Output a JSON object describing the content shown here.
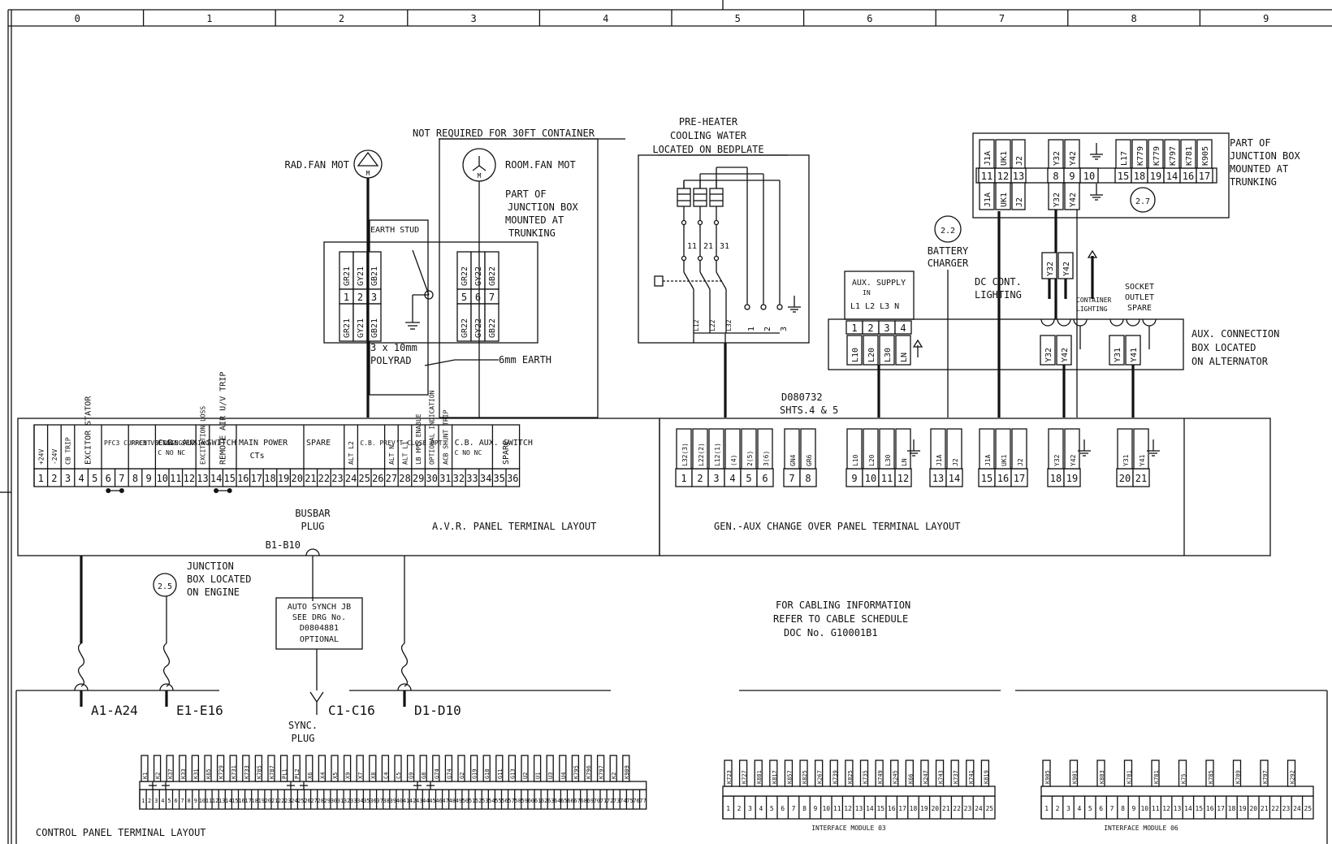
{
  "grid_zones": [
    "0",
    "1",
    "2",
    "3",
    "4",
    "5",
    "6",
    "7",
    "8",
    "9"
  ],
  "motors": {
    "rad_fan": "RAD.FAN MOT",
    "room_fan": "ROOM.FAN MOT",
    "motor_letter": "M"
  },
  "notes": {
    "not_required": "NOT REQUIRED FOR 30FT CONTAINER",
    "jb_trunking_1": [
      "PART OF",
      "JUNCTION BOX",
      "MOUNTED AT",
      "TRUNKING"
    ],
    "jb_trunking_2": [
      "PART OF",
      "JUNCTION BOX",
      "MOUNTED AT",
      "TRUNKING"
    ],
    "earth_stud": "EARTH STUD",
    "polyrad": [
      "3 x 10mm",
      "POLYRAD"
    ],
    "earth_6mm": "6mm EARTH",
    "preheater": [
      "PRE-HEATER",
      "COOLING WATER",
      "LOCATED ON BEDPLATE"
    ],
    "battery_charger": [
      "BATTERY",
      "CHARGER"
    ],
    "dc_lighting": [
      "DC CONT.",
      "LIGHTING"
    ],
    "container_lighting": [
      "CONTAINER",
      "LIGHTING"
    ],
    "socket_outlet": [
      "SOCKET",
      "OUTLET",
      "SPARE"
    ],
    "aux_supply": [
      "AUX. SUPPLY",
      "IN",
      "L1 L2 L3 N"
    ],
    "aux_box": [
      "AUX. CONNECTION",
      "BOX LOCATED",
      "ON ALTERNATOR"
    ],
    "drawing_ref": [
      "D080732",
      "SHTS.4 & 5"
    ],
    "busbar": [
      "BUSBAR",
      "PLUG"
    ],
    "b1_b10": "B1-B10",
    "junction_engine": [
      "JUNCTION",
      "BOX LOCATED",
      "ON ENGINE"
    ],
    "auto_synch": [
      "AUTO SYNCH JB",
      "SEE DRG No.",
      "D0804881",
      "OPTIONAL"
    ],
    "cabling": [
      "FOR CABLING INFORMATION",
      "REFER TO CABLE SCHEDULE",
      "DOC No. G10001B1"
    ],
    "sync_plug": [
      "SYNC.",
      "PLUG"
    ]
  },
  "circles": [
    "2.2",
    "2.7",
    "2.5"
  ],
  "jb1": {
    "top_left": [
      "GR21",
      "GY21",
      "GB21"
    ],
    "bottom_left": [
      "GR21",
      "GY21",
      "GB21"
    ],
    "nums_left": [
      "1",
      "2",
      "3"
    ],
    "top_right": [
      "GR22",
      "GY22",
      "GB22"
    ],
    "bottom_right": [
      "GR22",
      "GY22",
      "GB22"
    ],
    "nums_right": [
      "5",
      "6",
      "7"
    ]
  },
  "preheater_labels": {
    "upper": [
      "11",
      "21",
      "31"
    ],
    "lower": [
      "L12",
      "L22",
      "L32",
      "1",
      "2",
      "3"
    ]
  },
  "jb_trunk": {
    "upper": [
      "J1A",
      "UK1",
      "J2",
      "Y32",
      "Y42",
      "",
      "L17",
      "K779",
      "K779",
      "K797",
      "K781",
      "K905"
    ],
    "nums": [
      "11",
      "12",
      "13",
      "8",
      "9",
      "10",
      "15",
      "18",
      "19",
      "14",
      "16",
      "17"
    ],
    "lower": [
      "J1A",
      "UK1",
      "J2",
      "Y32",
      "Y42"
    ]
  },
  "aux_box_labels": {
    "nums": [
      "1",
      "2",
      "3",
      "4"
    ],
    "lower": [
      "L10",
      "L20",
      "L30",
      "LN"
    ],
    "right": [
      "Y32",
      "Y42",
      "Y31",
      "Y41"
    ],
    "mid": [
      "Y32",
      "Y42"
    ]
  },
  "avr_panel": {
    "title": "A.V.R. PANEL TERMINAL LAYOUT",
    "nums": [
      "1",
      "2",
      "3",
      "4",
      "5",
      "6",
      "7",
      "8",
      "9",
      "10",
      "11",
      "12",
      "13",
      "14",
      "15",
      "16",
      "17",
      "18",
      "19",
      "20",
      "21",
      "22",
      "23",
      "24",
      "25",
      "26",
      "27",
      "28",
      "29",
      "30",
      "31",
      "32",
      "33",
      "34",
      "35",
      "36"
    ],
    "headers": [
      "+24V",
      "-24V",
      "CB TRIP",
      "EXCITOR STATOR",
      "PFC3 CURRENT SENSING",
      "PFC3 VOLTAGE SENSING",
      "C.B. AUX. SWITCH",
      "C NO NC",
      "EXCITATION LOSS",
      "REMOTE AIR U/V TRIP",
      "MAIN POWER",
      "CTs",
      "SPARE",
      "ALT L2",
      "C.B. PREV'T CLOSE OPT.",
      "ALT N",
      "ALT L1",
      "LB HMS ENABLE",
      "OPTIONAL INDICATION",
      "ACB SHUNT TRIP",
      "C.B. AUX. SWITCH",
      "C NO NC",
      "SPARE"
    ]
  },
  "gen_panel": {
    "title": "GEN.-AUX CHANGE OVER PANEL TERMINAL LAYOUT",
    "nums": [
      "1",
      "2",
      "3",
      "4",
      "5",
      "6",
      "7",
      "8",
      "9",
      "10",
      "11",
      "12",
      "13",
      "14",
      "15",
      "16",
      "17",
      "18",
      "19",
      "20",
      "21"
    ],
    "headers": [
      "L32(3)",
      "L22(2)",
      "L12(1)",
      "(4)",
      "2(5)",
      "3(6)",
      "GN4",
      "GR6",
      "L10",
      "L20",
      "L30",
      "LN",
      "J1A",
      "J2",
      "J1A",
      "UK1",
      "J2",
      "Y32",
      "Y42",
      "Y31",
      "Y41"
    ]
  },
  "connectors": [
    "A1-A24",
    "E1-E16",
    "C1-C16",
    "D1-D10"
  ],
  "control_panel": {
    "title": "CONTROL PANEL TERMINAL LAYOUT",
    "top_labels": [
      "K1",
      "K2",
      "K37",
      "K33",
      "K31",
      "K65",
      "K729",
      "K731",
      "K733",
      "K785",
      "K787",
      "PL1",
      "PL2",
      "X6",
      "X4",
      "X5",
      "X9",
      "X7",
      "X8",
      "C4",
      "C5",
      "G9",
      "G8",
      "G74",
      "G74",
      "G2",
      "G19",
      "G18",
      "G11",
      "G13",
      "U2",
      "U1",
      "U3",
      "U4",
      "K795",
      "K796",
      "K797",
      "K2",
      "K909"
    ]
  },
  "interface_03": {
    "title": "INTERFACE MODULE 03",
    "count": 25,
    "top_labels": [
      "K723",
      "K727",
      "K881",
      "K817",
      "K857",
      "K825",
      "K267",
      "K739",
      "K825",
      "K735",
      "K749",
      "K245",
      "K66",
      "K247",
      "K743",
      "K737",
      "K741",
      "K819"
    ]
  },
  "interface_06": {
    "title": "INTERFACE MODULE 06",
    "count": 25,
    "top_labels": [
      "K905",
      "K901",
      "K883",
      "K781",
      "K781",
      "K75",
      "K785",
      "K709",
      "K797",
      "K292"
    ]
  }
}
